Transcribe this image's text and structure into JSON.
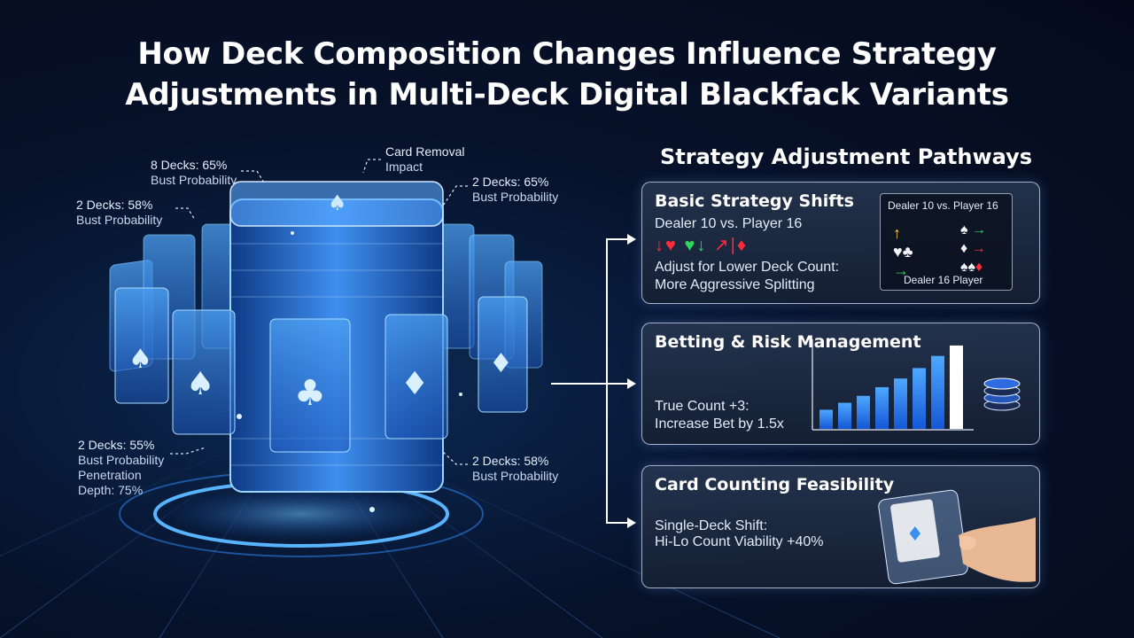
{
  "title": {
    "line1": "How Deck Composition Changes Influence Strategy",
    "line2": "Adjustments in Multi-Deck Digital Blackfack Variants"
  },
  "callouts": {
    "c1": {
      "line1": "8 Decks: 65%",
      "line2": "Bust Probability"
    },
    "c2": {
      "line1": "Card Removal",
      "line2": "Impact"
    },
    "c3": {
      "line1": "2 Decks: 65%",
      "line2": "Bust Probability"
    },
    "c4": {
      "line1": "2 Decks: 58%",
      "line2": "Bust Probability"
    },
    "c5": {
      "line1": "2 Decks: 55%",
      "line2": "Bust Probability",
      "line3": "Penetration",
      "line4": "Depth: 75%"
    },
    "c6": {
      "line1": "2 Decks: 58%",
      "line2": "Bust Probability"
    }
  },
  "pathways": {
    "title": "Strategy Adjustment Pathways",
    "basic": {
      "title": "Basic Strategy Shifts",
      "subtitle": "Dealer 10 vs. Player 16",
      "line1": "Adjust for Lower Deck Count:",
      "line2": "More Aggressive Splitting",
      "mini_top": "Dealer 10 vs. Player 16",
      "mini_bottom": "Dealer 16 Player"
    },
    "betting": {
      "title": "Betting & Risk Management",
      "line1": "True Count +3:",
      "line2": "Increase Bet by 1.5x",
      "bars": [
        0.22,
        0.3,
        0.38,
        0.48,
        0.58,
        0.7,
        0.84,
        0.96
      ]
    },
    "counting": {
      "title": "Card Counting Feasibility",
      "line1": "Single-Deck Shift:",
      "line2": "Hi-Lo Count Viability +40%"
    }
  },
  "icons": [
    "spade-icon",
    "club-icon",
    "heart-icon",
    "diamond-icon",
    "chip-stack-icon",
    "hand-icon",
    "arrow-icon"
  ],
  "colors": {
    "accent": "#3aa0ff",
    "red": "#ff2a3a",
    "green": "#2ed65a",
    "panel_border": "#d2e1f5"
  }
}
